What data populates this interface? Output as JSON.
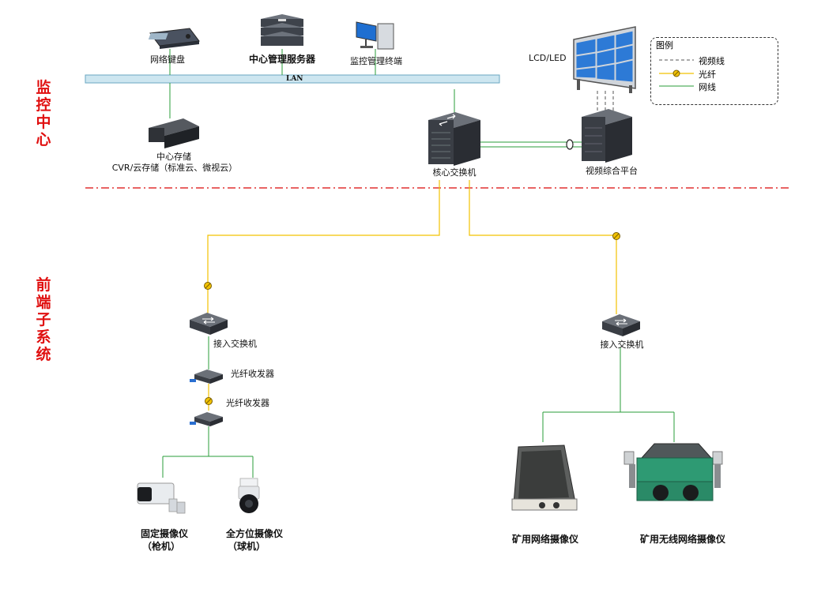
{
  "sections": {
    "monitoring_center": "监控中心",
    "front_end": "前端子系统"
  },
  "lan_label": "LAN",
  "devices": {
    "keyboard": "网络键盘",
    "server": "中心管理服务器",
    "terminal": "监控管理终端",
    "storage_line1": "中心存储",
    "storage_line2": "CVR/云存储（标准云、微视云）",
    "core_switch": "核心交换机",
    "video_platform": "视频综合平台",
    "display": "LCD/LED",
    "access_switch_left": "接入交换机",
    "transceiver_top": "光纤收发器",
    "transceiver_bottom": "光纤收发器",
    "bullet_cam_line1": "固定摄像仪",
    "bullet_cam_line2": "（枪机）",
    "dome_cam_line1": "全方位摄像仪",
    "dome_cam_line2": "（球机）",
    "access_switch_right": "接入交换机",
    "mine_cam": "矿用网络摄像仪",
    "mine_wireless_cam": "矿用无线网络摄像仪"
  },
  "legend": {
    "title": "图例",
    "items": [
      {
        "label": "视频线",
        "style": "dashed",
        "color": "#555555"
      },
      {
        "label": "光纤",
        "style": "fiber",
        "color": "#f2c200"
      },
      {
        "label": "网线",
        "style": "solid",
        "color": "#2a9d3a"
      }
    ]
  },
  "colors": {
    "fiber": "#f2c200",
    "ethernet": "#2a9d3a",
    "divider": "#e03030",
    "section_text": "#e01010",
    "lan_bar": "#cde6f0"
  }
}
